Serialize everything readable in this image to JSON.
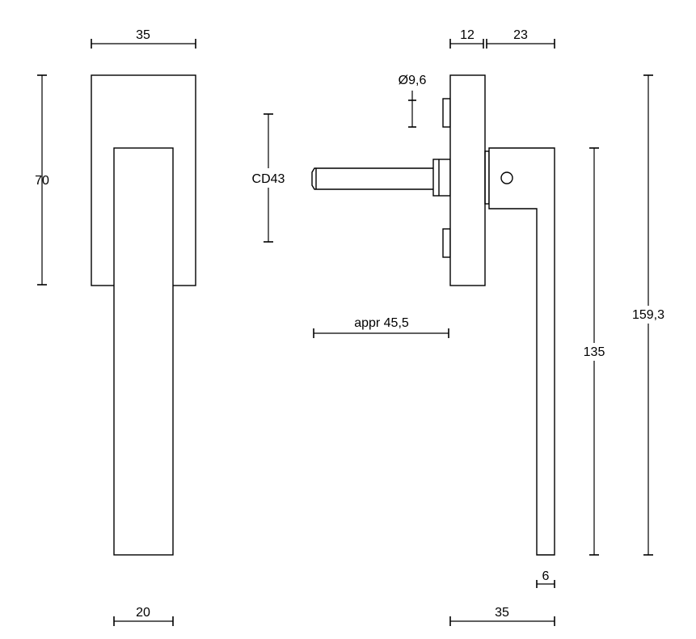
{
  "drawing": {
    "dimensions": {
      "front_rose_width": "35",
      "front_rose_height": "70",
      "front_lever_width": "20",
      "center_distance": "CD43",
      "spindle_diameter": "Ø9,6",
      "spindle_length": "appr 45,5",
      "rose_thickness": "12",
      "lever_offset": "23",
      "side_total_width": "35",
      "lever_length": "135",
      "total_height": "159,3",
      "lever_thickness": "6"
    }
  }
}
